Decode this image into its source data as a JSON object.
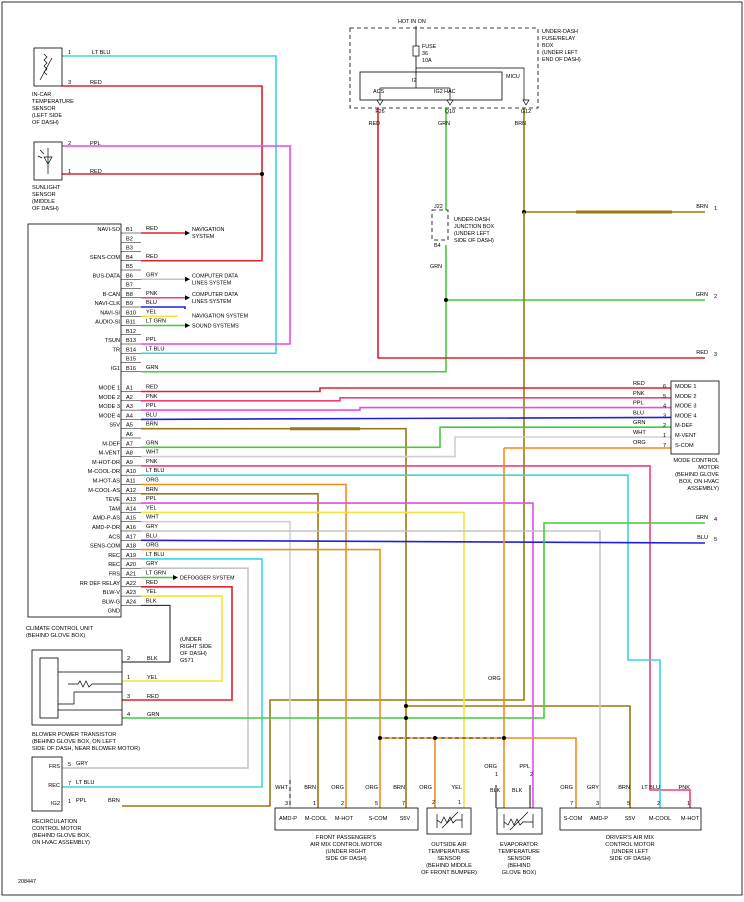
{
  "doc_id": "208447",
  "colors": {
    "LT BLU": "#38d6e0",
    "RED": "#e0202a",
    "PPL": "#e24ce8",
    "BRN": "#9a7a10",
    "GRN": "#44cc3a",
    "GRY": "#c4c4c4",
    "BLU": "#2020d8",
    "PNK": "#f23e7a",
    "ORG": "#f08c1a",
    "YEL": "#f2e43a",
    "WHT": "#d0d0d0",
    "BLK": "#111111",
    "LT GRN": "#44cc3a"
  },
  "fuse_box": {
    "hot": "HOT IN ON",
    "fuse_label": "FUSE",
    "fuse_num": "36",
    "fuse_amp": "10A",
    "conn": "I2",
    "micu": "MICU",
    "title": [
      "UNDER-DASH",
      "FUSE/RELAY",
      "BOX",
      "(UNDER LEFT",
      "END OF DASH)"
    ],
    "relays": [
      "ACS",
      "IG2 HAC"
    ],
    "pins": [
      "F26",
      "Q10",
      "G12"
    ],
    "pin_colors": [
      "RED",
      "GRN",
      "BRN"
    ]
  },
  "junction": {
    "top": "J22",
    "bottom": "B4",
    "title": [
      "UNDER-DASH",
      "JUNCTION BOX",
      "(UNDER LEFT",
      "SIDE OF DASH)"
    ],
    "wire": "GRN"
  },
  "incar_sensor": {
    "title": [
      "IN-CAR",
      "TEMPERATURE",
      "SENSOR",
      "(LEFT SIDE",
      "OF DASH)"
    ],
    "pins": [
      {
        "num": "1",
        "color": "LT BLU"
      },
      {
        "num": "3",
        "color": "RED"
      }
    ]
  },
  "sunlight_sensor": {
    "title": [
      "SUNLIGHT",
      "SENSOR",
      "(MIDDLE",
      "OF DASH)"
    ],
    "pins": [
      {
        "num": "2",
        "color": "PPL"
      },
      {
        "num": "1",
        "color": "RED"
      }
    ]
  },
  "ccu": {
    "title": [
      "CLIMATE CONTROL UNIT",
      "(BEHIND GLOVE BOX)"
    ],
    "pins_b": [
      {
        "sig": "NAVI-SO",
        "pin": "B1",
        "color": "RED"
      },
      {
        "sig": "",
        "pin": "B2",
        "color": ""
      },
      {
        "sig": "",
        "pin": "B3",
        "color": ""
      },
      {
        "sig": "SENS-COM",
        "pin": "B4",
        "color": "RED"
      },
      {
        "sig": "",
        "pin": "B5",
        "color": ""
      },
      {
        "sig": "BUS-DATA",
        "pin": "B6",
        "color": "GRY"
      },
      {
        "sig": "",
        "pin": "B7",
        "color": ""
      },
      {
        "sig": "B-CAN",
        "pin": "B8",
        "color": "PNK"
      },
      {
        "sig": "NAVI-CLK",
        "pin": "B9",
        "color": "BLU"
      },
      {
        "sig": "NAVI-SI",
        "pin": "B10",
        "color": "YEL"
      },
      {
        "sig": "AUDIO-SI",
        "pin": "B11",
        "color": "LT GRN"
      },
      {
        "sig": "",
        "pin": "B12",
        "color": ""
      },
      {
        "sig": "TSUN",
        "pin": "B13",
        "color": "PPL"
      },
      {
        "sig": "TR",
        "pin": "B14",
        "color": "LT BLU"
      },
      {
        "sig": "",
        "pin": "B15",
        "color": ""
      },
      {
        "sig": "IG1",
        "pin": "B16",
        "color": "GRN"
      }
    ],
    "pins_a": [
      {
        "sig": "MODE 1",
        "pin": "A1",
        "color": "RED"
      },
      {
        "sig": "MODE 2",
        "pin": "A2",
        "color": "PNK"
      },
      {
        "sig": "MODE 3",
        "pin": "A3",
        "color": "PPL"
      },
      {
        "sig": "MODE 4",
        "pin": "A4",
        "color": "BLU"
      },
      {
        "sig": "S5V",
        "pin": "A5",
        "color": "BRN"
      },
      {
        "sig": "",
        "pin": "A6",
        "color": ""
      },
      {
        "sig": "M-DEF",
        "pin": "A7",
        "color": "GRN"
      },
      {
        "sig": "M-VENT",
        "pin": "A8",
        "color": "WHT"
      },
      {
        "sig": "M-HOT-DR",
        "pin": "A9",
        "color": "PNK"
      },
      {
        "sig": "M-COOL-DR",
        "pin": "A10",
        "color": "LT BLU"
      },
      {
        "sig": "M-HOT-AS",
        "pin": "A11",
        "color": "ORG"
      },
      {
        "sig": "M-COOL-AS",
        "pin": "A12",
        "color": "BRN"
      },
      {
        "sig": "TEVE",
        "pin": "A13",
        "color": "PPL"
      },
      {
        "sig": "TAM",
        "pin": "A14",
        "color": "YEL"
      },
      {
        "sig": "AMD-P-AS",
        "pin": "A15",
        "color": "WHT"
      },
      {
        "sig": "AMD-P-DR",
        "pin": "A16",
        "color": "GRY"
      },
      {
        "sig": "ACS",
        "pin": "A17",
        "color": "BLU"
      },
      {
        "sig": "SENS-COM",
        "pin": "A18",
        "color": "ORG"
      },
      {
        "sig": "REC",
        "pin": "A19",
        "color": "LT BLU"
      },
      {
        "sig": "REC",
        "pin": "A20",
        "color": "GRY"
      },
      {
        "sig": "FRS",
        "pin": "A21",
        "color": "LT GRN"
      },
      {
        "sig": "RR DEF RELAY",
        "pin": "A22",
        "color": "RED"
      },
      {
        "sig": "BLW-V",
        "pin": "A23",
        "color": "YEL"
      },
      {
        "sig": "BLW-G",
        "pin": "A24",
        "color": "BLK"
      },
      {
        "sig": "GND",
        "pin": "",
        "color": ""
      }
    ],
    "destinations": {
      "nav": [
        "NAVIGATION",
        "SYSTEM"
      ],
      "comp1": [
        "COMPUTER DATA",
        "LINES SYSTEM"
      ],
      "comp2": [
        "COMPUTER DATA",
        "LINES SYSTEM"
      ],
      "nav2": "NAVIGATION SYSTEM",
      "sound": "SOUND SYSTEMS",
      "defog": "DEFOGGER SYSTEM"
    }
  },
  "ground": [
    "(UNDER",
    "RIGHT SIDE",
    "OF DASH)",
    "G571"
  ],
  "mode_motor": {
    "title": [
      "MODE CONTROL",
      "MOTOR",
      "(BEHIND GLOVE",
      "BOX, ON HVAC",
      "ASSEMBLY)"
    ],
    "pins": [
      {
        "color": "RED",
        "num": "6",
        "name": "MODE 1"
      },
      {
        "color": "PNK",
        "num": "5",
        "name": "MODE 2"
      },
      {
        "color": "PPL",
        "num": "4",
        "name": "MODE 3"
      },
      {
        "color": "BLU",
        "num": "3",
        "name": "MODE 4"
      },
      {
        "color": "GRN",
        "num": "2",
        "name": "M-DEF"
      },
      {
        "color": "WHT",
        "num": "1",
        "name": "M-VENT"
      },
      {
        "color": "ORG",
        "num": "7",
        "name": "S-COM"
      }
    ]
  },
  "right_conn": [
    {
      "color": "BRN",
      "num": "1"
    },
    {
      "color": "GRN",
      "num": "2"
    },
    {
      "color": "RED",
      "num": "3"
    },
    {
      "color": "GRN",
      "num": "4"
    },
    {
      "color": "BLU",
      "num": "5"
    }
  ],
  "blower": {
    "title": [
      "BLOWER POWER TRANSISTOR",
      "(BEHIND GLOVE BOX, ON LEFT",
      "SIDE OF DASH, NEAR BLOWER MOTOR)"
    ],
    "pins": [
      {
        "num": "2",
        "color": "BLK"
      },
      {
        "num": "1",
        "color": "YEL"
      },
      {
        "num": "3",
        "color": "RED"
      },
      {
        "num": "4",
        "color": "GRN"
      }
    ]
  },
  "recirc": {
    "title": [
      "RECIRCULATION",
      "CONTROL MOTOR",
      "(BEHIND GLOVE BOX,",
      "ON HVAC ASSEMBLY)"
    ],
    "pins": [
      {
        "sig": "FRS",
        "num": "5",
        "color": "GRY"
      },
      {
        "sig": "REC",
        "num": "7",
        "color": "LT BLU"
      },
      {
        "sig": "IG2",
        "num": "1",
        "color": "PPL",
        "wire2": "BRN"
      }
    ]
  },
  "pass_motor": {
    "title": [
      "FRONT PASSENGER'S",
      "AIR MIX CONTROL MOTOR",
      "(UNDER RIGHT",
      "SIDE OF DASH)"
    ],
    "pins": [
      {
        "name": "AMD-P",
        "num": "3",
        "color": "WHT"
      },
      {
        "name": "M-COOL",
        "num": "1",
        "color": "BRN"
      },
      {
        "name": "M-HOT",
        "num": "2",
        "color": "ORG"
      },
      {
        "name": "S-COM",
        "num": "5",
        "color": "ORG"
      },
      {
        "name": "S5V",
        "num": "7",
        "color": "BRN"
      }
    ]
  },
  "outside_sensor": {
    "title": [
      "OUTSIDE AIR",
      "TEMPERATURE",
      "SENSOR",
      "(BEHIND MIDDLE",
      "OF FRONT BUMPER)"
    ],
    "pins": [
      {
        "num": "2",
        "color": "ORG"
      },
      {
        "num": "1",
        "color": "YEL"
      }
    ]
  },
  "evap_sensor": {
    "title": [
      "EVAPORATOR",
      "TEMPERATURE",
      "SENSOR",
      "(BEHIND",
      "GLOVE BOX)"
    ],
    "pins": [
      {
        "num": "1",
        "color": "ORG"
      },
      {
        "num": "2",
        "color": "PPL"
      }
    ],
    "blk": "BLK"
  },
  "driver_motor": {
    "title": [
      "DRIVER'S AIR MIX",
      "CONTROL MOTOR",
      "(UNDER LEFT",
      "SIDE OF DASH)"
    ],
    "pins": [
      {
        "name": "S-COM",
        "num": "7",
        "color": "ORG"
      },
      {
        "name": "AMD-P",
        "num": "3",
        "color": "GRY"
      },
      {
        "name": "S5V",
        "num": "5",
        "color": "BRN"
      },
      {
        "name": "M-COOL",
        "num": "2",
        "color": "LT BLU"
      },
      {
        "name": "M-HOT",
        "num": "1",
        "color": "PNK"
      }
    ]
  },
  "misc": {
    "org_label": "ORG"
  }
}
